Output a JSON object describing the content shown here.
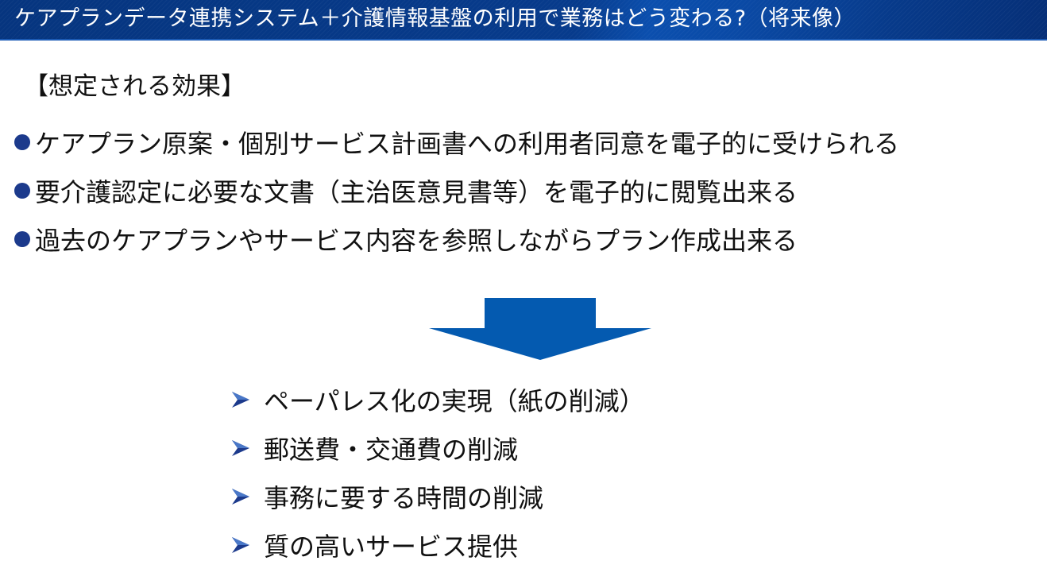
{
  "header": {
    "title": "ケアプランデータ連携システム＋介護情報基盤の利用で業務はどう変わる?（将来像）",
    "background_color": "#073b8c",
    "accent_color": "#0b4fae"
  },
  "effects": {
    "heading": "【想定される効果】",
    "bullet_icon": "filled-circle-bullet",
    "bullet_color": "#1c3a8c",
    "items": [
      {
        "label": "ケアプラン原案・個別サービス計画書への利用者同意を電子的に受けられる"
      },
      {
        "label": "要介護認定に必要な文書（主治医意見書等）を電子的に閲覧出来る"
      },
      {
        "label": "過去のケアプランやサービス内容を参照しながらプラン作成出来る"
      }
    ]
  },
  "arrow": {
    "icon": "down-arrow",
    "color": "#045ab0"
  },
  "benefits": {
    "bullet_icon": "arrowhead-bullet",
    "bullet_color": "#1c3a8c",
    "items": [
      {
        "label": "ペーパレス化の実現（紙の削減）"
      },
      {
        "label": "郵送費・交通費の削減"
      },
      {
        "label": "事務に要する時間の削減"
      },
      {
        "label": "質の高いサービス提供"
      }
    ]
  }
}
